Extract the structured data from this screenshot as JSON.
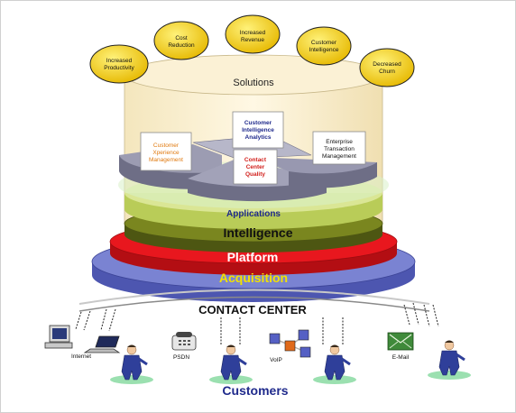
{
  "benefits": [
    "Increased Productivity",
    "Cost Reduction",
    "Increased Revenue",
    "Customer Intelligence",
    "Decreased Churn"
  ],
  "solutions_label": "Solutions",
  "modules": {
    "customer_xperience": "Customer Xperience Management",
    "customer_intelligence_analytics": "Customer Intelligence Analytics",
    "contact_center_quality": "Contact Center Quality",
    "enterprise_transaction": "Enterprise Transaction Management"
  },
  "layers": {
    "applications": "Applications",
    "intelligence": "Intelligence",
    "platform": "Platform",
    "acquisition": "Acquisition"
  },
  "contact_center": "CONTACT CENTER",
  "channels": [
    "Internet",
    "PSDN",
    "VoIP",
    "E-Mail"
  ],
  "customers_label": "Customers",
  "colors": {
    "benefit_fill": "#f2d21a",
    "applications_band": "#c6d86a",
    "intelligence": "#6e7a1d",
    "platform": "#e8171e",
    "acquisition": "#6a73c9",
    "customers_text": "#1f2a8c",
    "xperience_text": "#e07a10",
    "quality_text": "#d2201c"
  }
}
